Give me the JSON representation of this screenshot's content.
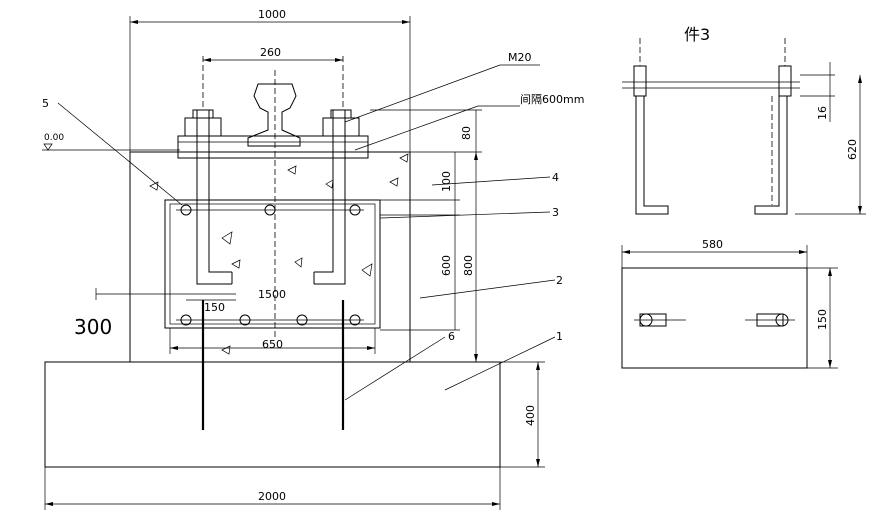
{
  "labels": {
    "dim_1000": "1000",
    "dim_260": "260",
    "dim_m20": "M20",
    "dim_spacing": "间隔600mm",
    "dim_80": "80",
    "dim_100": "100",
    "dim_600": "600",
    "dim_800": "800",
    "dim_1500": "1500",
    "dim_150a": "150",
    "dim_300": "300",
    "dim_650": "650",
    "dim_400": "400",
    "dim_2000": "2000",
    "level_000": "0.00",
    "part_1": "1",
    "part_2": "2",
    "part_3": "3",
    "part_4": "4",
    "part_5": "5",
    "part_6": "6",
    "detail_title": "件3",
    "dim_16": "16",
    "dim_620": "620",
    "dim_580": "580",
    "dim_150b": "150"
  }
}
